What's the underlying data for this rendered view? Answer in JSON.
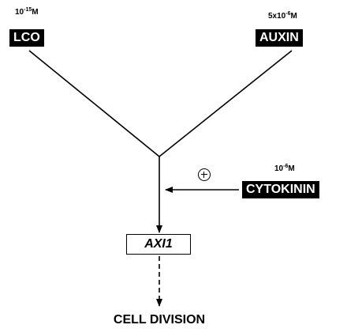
{
  "inputs": {
    "lco": {
      "label": "LCO",
      "conc_base": "10",
      "conc_exp": "-15",
      "conc_unit": "M"
    },
    "auxin": {
      "label": "AUXIN",
      "conc_base": "5x10",
      "conc_exp": "-6",
      "conc_unit": "M"
    },
    "cytokinin": {
      "label": "CYTOKININ",
      "conc_base": "10",
      "conc_exp": "-6",
      "conc_unit": "M",
      "effect": "positive"
    }
  },
  "gene": {
    "label": "AXI1"
  },
  "outcome": {
    "label": "CELL DIVISION"
  },
  "colors": {
    "ink": "#000000",
    "background": "#ffffff",
    "label_text": "#ffffff"
  }
}
